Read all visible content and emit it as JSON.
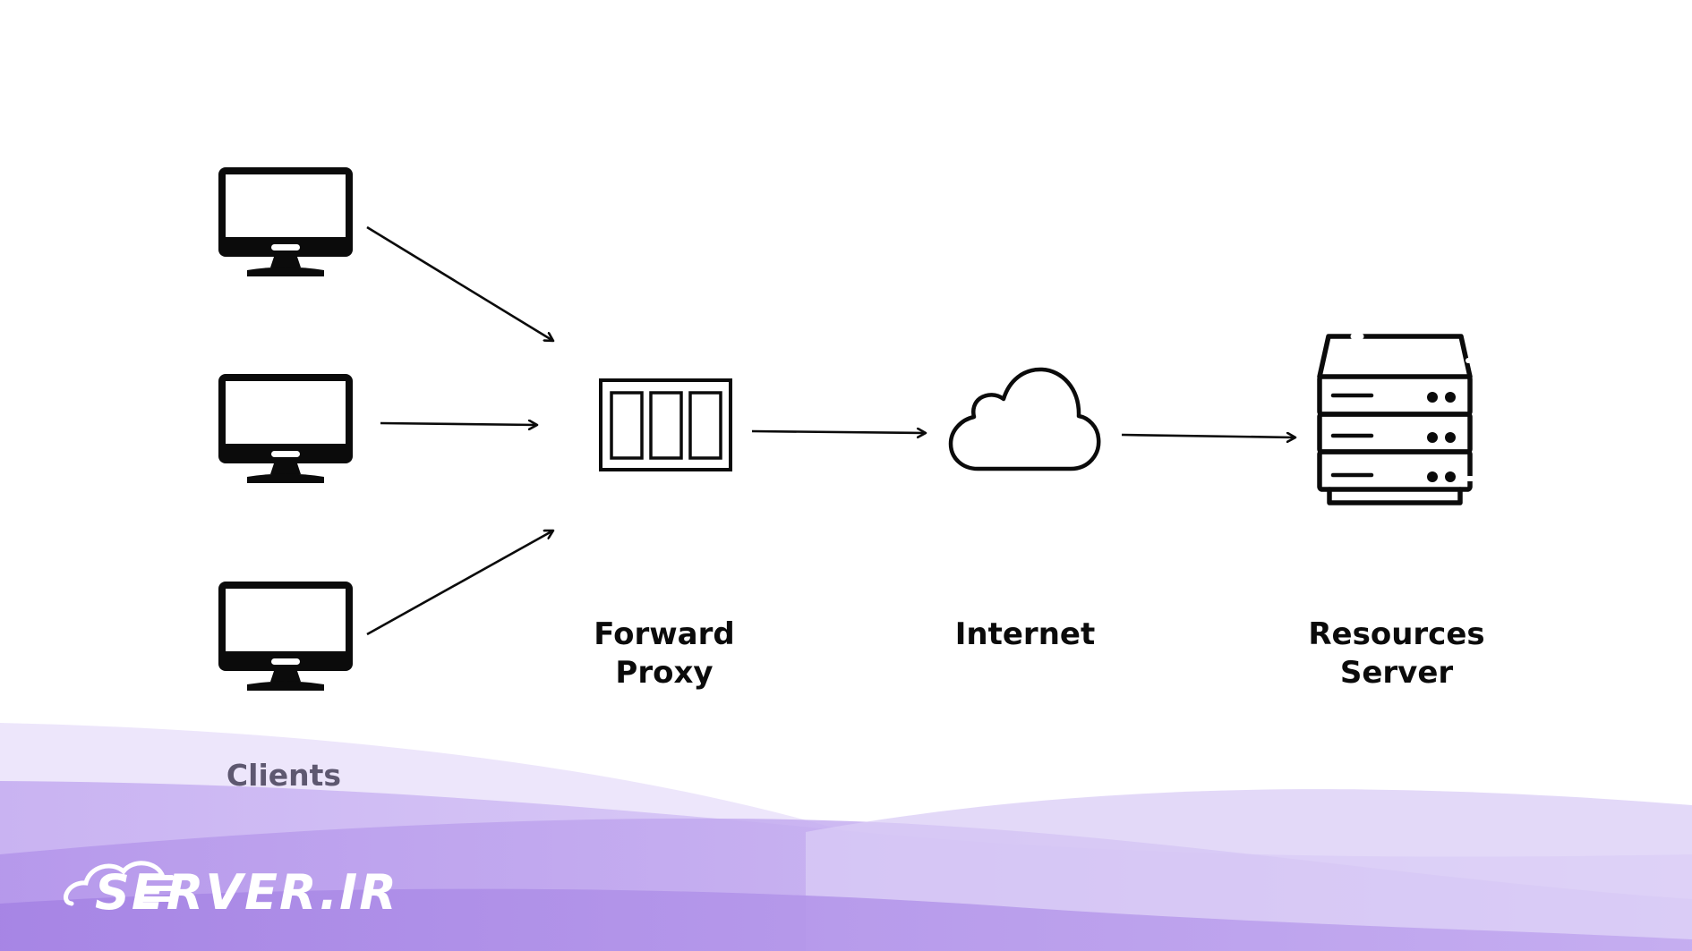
{
  "diagram": {
    "nodes": [
      {
        "id": "clients",
        "label": "Clients",
        "icon": "monitor-icon"
      },
      {
        "id": "proxy",
        "label_lines": [
          "Forward",
          "Proxy"
        ],
        "icon": "proxy-icon"
      },
      {
        "id": "internet",
        "label": "Internet",
        "icon": "cloud-icon"
      },
      {
        "id": "server",
        "label_lines": [
          "Resources",
          "Server"
        ],
        "icon": "server-rack-icon"
      }
    ],
    "edges": [
      {
        "from": "clients",
        "to": "proxy"
      },
      {
        "from": "proxy",
        "to": "internet"
      },
      {
        "from": "internet",
        "to": "server"
      }
    ]
  },
  "branding": {
    "logo_text": "SERVER.IR",
    "logo_icon": "cloud-logo-icon"
  },
  "colors": {
    "ink": "#0b0b0b",
    "clients_label": "#5e5870",
    "wave_light": "#e6dbf8",
    "wave_mid": "#c7b1f0",
    "wave_deep": "#a98ae6"
  }
}
